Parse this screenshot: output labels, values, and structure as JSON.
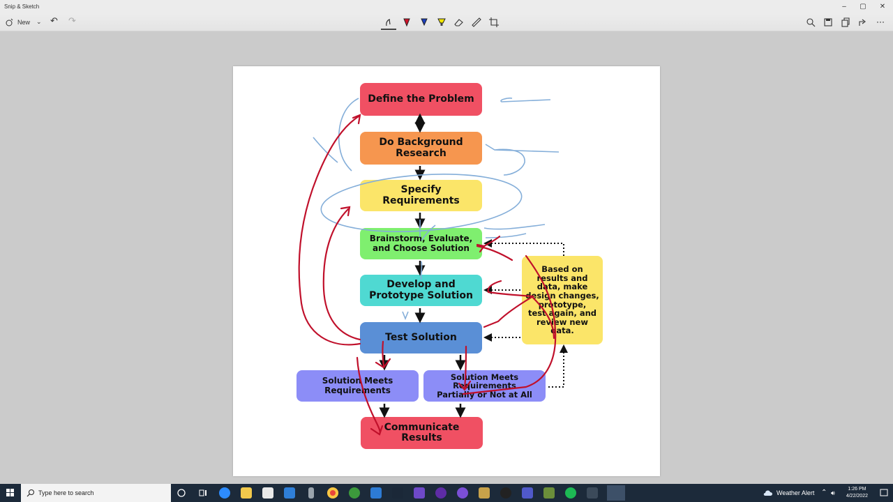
{
  "window": {
    "title": "Snip & Sketch",
    "controls": {
      "minimize": "–",
      "maximize": "▢",
      "close": "✕"
    }
  },
  "toolbar": {
    "new_label": "New",
    "undo_icon": "↶",
    "redo_icon": "↷",
    "tools": [
      "touch-writing-icon",
      "ballpoint-pen-icon",
      "pencil-icon",
      "highlighter-icon",
      "eraser-icon",
      "ruler-icon",
      "crop-icon"
    ],
    "right": [
      "zoom-icon",
      "save-icon",
      "copy-icon",
      "share-icon",
      "more-icon"
    ],
    "more_label": "···"
  },
  "diagram": {
    "define": "Define the Problem",
    "research": "Do Background\nResearch",
    "specify": "Specify\nRequirements",
    "brainstorm": "Brainstorm, Evaluate,\nand Choose Solution",
    "develop": "Develop and\nPrototype Solution",
    "test": "Test Solution",
    "meets": "Solution Meets\nRequirements",
    "partial": "Solution Meets\nRequirements\nPartially or Not at All",
    "communicate": "Communicate\nResults",
    "note": "Based on\nresults and\ndata, make\ndesign changes,\nprototype,\ntest again, and\nreview new\ndata.",
    "colors": {
      "red": "#f05063",
      "orange": "#f6964f",
      "yellow": "#fbe569",
      "green": "#7fef6f",
      "teal": "#4fd9d2",
      "blue": "#5a8fd6",
      "purple": "#8c8df7",
      "ink_red": "#c0102b",
      "ink_blue": "#84aed9"
    }
  },
  "taskbar": {
    "search_placeholder": "Type here to search",
    "weather": "Weather Alert",
    "time": "1:26 PM",
    "date": "4/22/2022"
  }
}
